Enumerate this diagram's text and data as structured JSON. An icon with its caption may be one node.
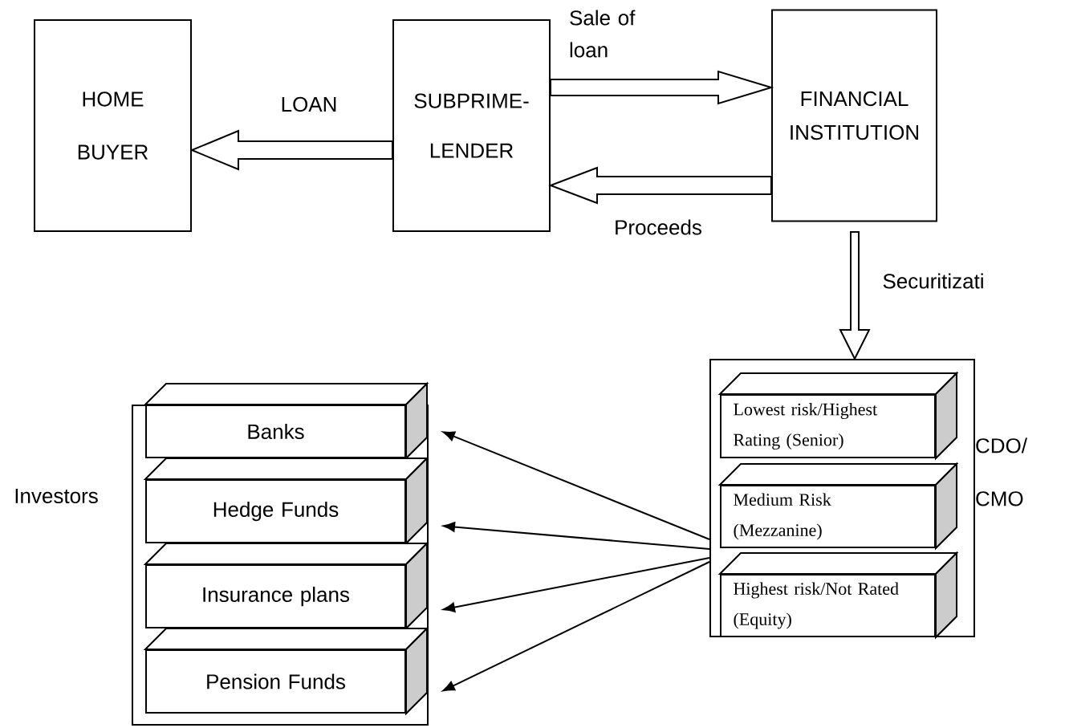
{
  "diagram": {
    "nodes": [
      {
        "text": [
          "HOME BUYER"
        ]
      },
      {
        "text": [
          "SUBPRIME- LENDER"
        ]
      },
      {
        "text": [
          "FINANCIAL INSTITUTION"
        ]
      },
      {
        "text": [],
        "shape": "box",
        "beside": [
          "CDO/ CMO"
        ]
      },
      {
        "text": [
          "Lowest risk/Highest Rating (Senior)"
        ],
        "in": 3
      },
      {
        "text": [
          "Medium Risk (Mezzanine)"
        ],
        "in": 3
      },
      {
        "text": [
          "Highest risk/Not Rated (Equity)"
        ],
        "in": 3
      },
      {
        "text": [],
        "shape": "box",
        "beside": [
          "Investors"
        ]
      },
      {
        "text": [
          "Banks"
        ],
        "in": 7
      },
      {
        "text": [
          "Hedge Funds"
        ],
        "in": 7
      },
      {
        "text": [
          "Insurance plans"
        ],
        "in": 7
      },
      {
        "text": [
          "Pension Funds"
        ],
        "in": 7
      }
    ],
    "edges": [
      {
        "from": 1,
        "to": 0,
        "arrow": "to",
        "label": "LOAN",
        "style": "thick"
      },
      {
        "from": 1,
        "to": 2,
        "arrow": "to",
        "label": "Sale of loan",
        "style": "thick"
      },
      {
        "from": 2,
        "to": 1,
        "arrow": "to",
        "label": "Proceeds",
        "style": "thick"
      },
      {
        "from": 2,
        "to": 3,
        "arrow": "to",
        "label": "Securitizati",
        "style": "thick"
      },
      {
        "from": 3,
        "to": 8,
        "arrow": "to"
      },
      {
        "from": 3,
        "to": 9,
        "arrow": "to"
      },
      {
        "from": 3,
        "to": 10,
        "arrow": "to"
      },
      {
        "from": 3,
        "to": 11,
        "arrow": "to"
      }
    ]
  }
}
